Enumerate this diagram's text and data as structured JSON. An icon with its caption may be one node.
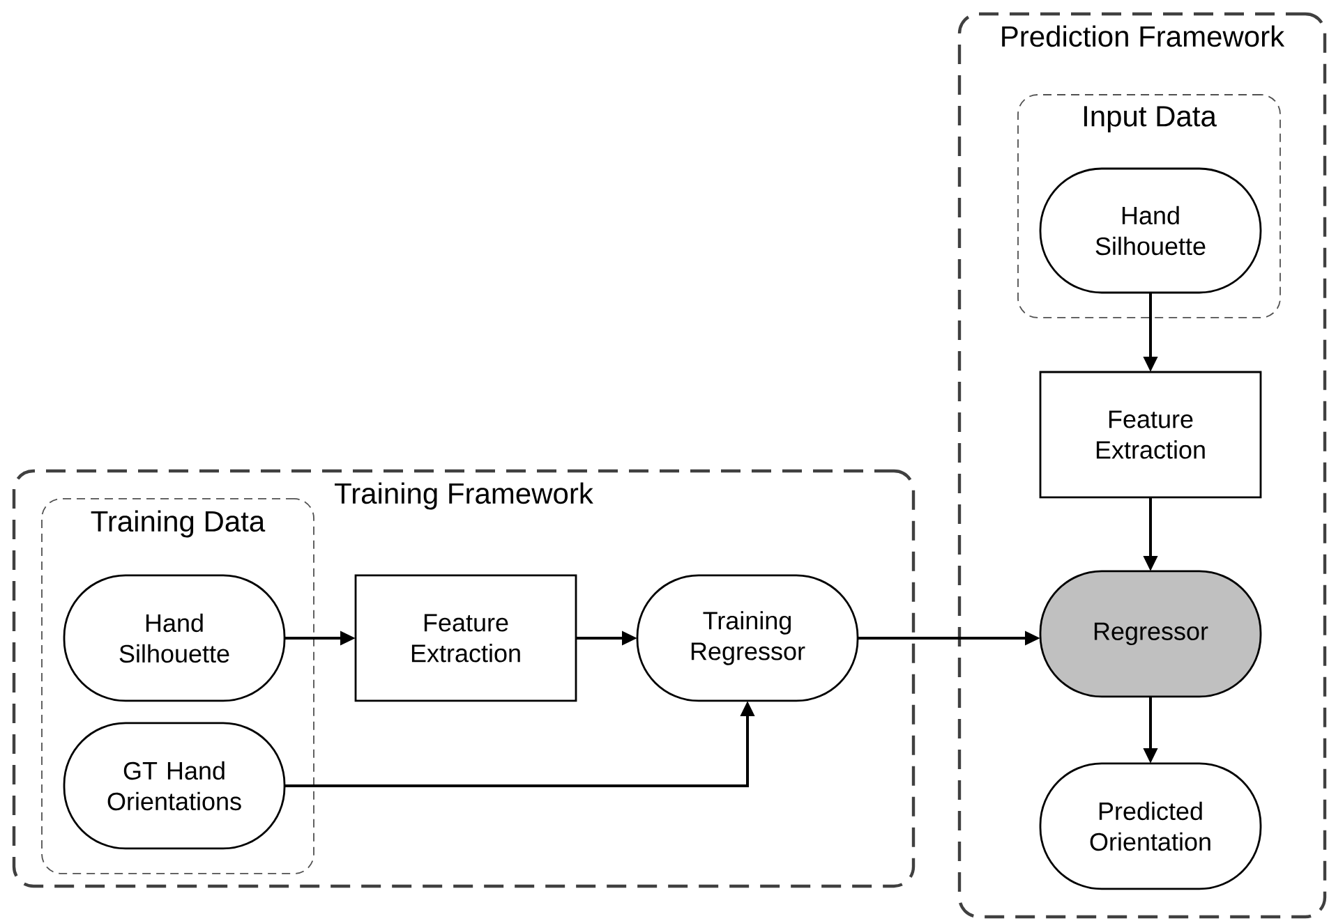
{
  "diagram": {
    "nodes": [
      {
        "text": [
          "Training Framework"
        ]
      },
      {
        "text": [
          "Training Data"
        ],
        "in": 0
      },
      {
        "text": [
          "Hand Silhouette"
        ],
        "in": 1
      },
      {
        "text": [
          "GT Hand Orientations"
        ],
        "in": 1
      },
      {
        "text": [
          "Feature Extraction"
        ],
        "in": 0
      },
      {
        "text": [
          "Training Regressor"
        ],
        "in": 0
      },
      {
        "text": [
          "Prediction Framework"
        ]
      },
      {
        "text": [
          "Input Data"
        ],
        "in": 6
      },
      {
        "text": [
          "Hand Silhouette"
        ],
        "in": 7
      },
      {
        "text": [
          "Feature Extraction"
        ],
        "in": 6
      },
      {
        "text": [
          "Regressor"
        ],
        "in": 6
      },
      {
        "text": [
          "Predicted Orientation"
        ],
        "in": 6
      }
    ],
    "edges": [
      {
        "from": 2,
        "to": 4,
        "arrow": "to"
      },
      {
        "from": 4,
        "to": 5,
        "arrow": "to"
      },
      {
        "from": 3,
        "to": 5,
        "arrow": "to"
      },
      {
        "from": 5,
        "to": 10,
        "arrow": "to"
      },
      {
        "from": 8,
        "to": 9,
        "arrow": "to"
      },
      {
        "from": 9,
        "to": 10,
        "arrow": "to"
      },
      {
        "from": 10,
        "to": 11,
        "arrow": "to"
      }
    ]
  }
}
